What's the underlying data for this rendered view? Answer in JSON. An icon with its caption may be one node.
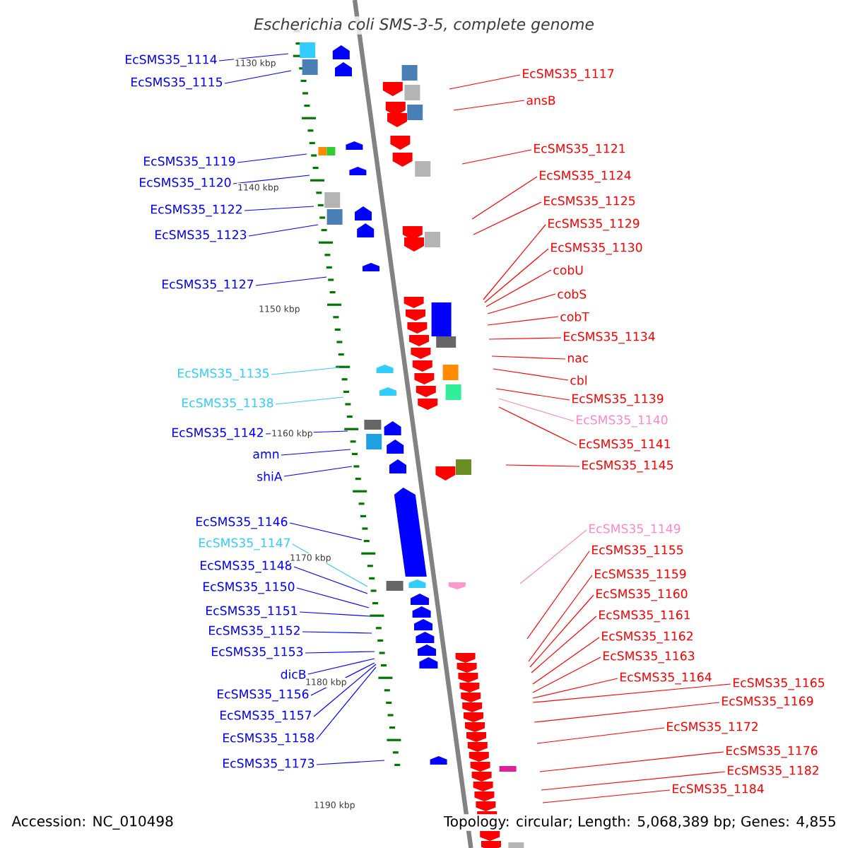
{
  "diagram": {
    "title": "Escherichia coli SMS-3-5, complete genome",
    "nodes": [
      {
        "text": [
          "EcSMS35_1114"
        ]
      },
      {
        "text": [
          "EcSMS35_1115"
        ]
      },
      {
        "text": [
          "EcSMS35_1119"
        ]
      },
      {
        "text": [
          "EcSMS35_1120"
        ]
      },
      {
        "text": [
          "EcSMS35_1122"
        ]
      },
      {
        "text": [
          "EcSMS35_1123"
        ]
      },
      {
        "text": [
          "EcSMS35_1127"
        ]
      },
      {
        "text": [
          "EcSMS35_1135"
        ]
      },
      {
        "text": [
          "EcSMS35_1138"
        ]
      },
      {
        "text": [
          "EcSMS35_1142"
        ]
      },
      {
        "text": [
          "amn"
        ]
      },
      {
        "text": [
          "shiA"
        ]
      },
      {
        "text": [
          "EcSMS35_1146"
        ]
      },
      {
        "text": [
          "EcSMS35_1147"
        ]
      },
      {
        "text": [
          "EcSMS35_1148"
        ]
      },
      {
        "text": [
          "EcSMS35_1150"
        ]
      },
      {
        "text": [
          "EcSMS35_1151"
        ]
      },
      {
        "text": [
          "EcSMS35_1152"
        ]
      },
      {
        "text": [
          "EcSMS35_1153"
        ]
      },
      {
        "text": [
          "dicB"
        ]
      },
      {
        "text": [
          "EcSMS35_1156"
        ]
      },
      {
        "text": [
          "EcSMS35_1157"
        ]
      },
      {
        "text": [
          "EcSMS35_1158"
        ]
      },
      {
        "text": [
          "EcSMS35_1173"
        ]
      },
      {
        "text": [
          "EcSMS35_1117"
        ]
      },
      {
        "text": [
          "ansB"
        ]
      },
      {
        "text": [
          "EcSMS35_1121"
        ]
      },
      {
        "text": [
          "EcSMS35_1124"
        ]
      },
      {
        "text": [
          "EcSMS35_1125"
        ]
      },
      {
        "text": [
          "EcSMS35_1129"
        ]
      },
      {
        "text": [
          "EcSMS35_1130"
        ]
      },
      {
        "text": [
          "cobU"
        ]
      },
      {
        "text": [
          "cobS"
        ]
      },
      {
        "text": [
          "cobT"
        ]
      },
      {
        "text": [
          "EcSMS35_1134"
        ]
      },
      {
        "text": [
          "nac"
        ]
      },
      {
        "text": [
          "cbl"
        ]
      },
      {
        "text": [
          "EcSMS35_1139"
        ]
      },
      {
        "text": [
          "EcSMS35_1140"
        ]
      },
      {
        "text": [
          "EcSMS35_1141"
        ]
      },
      {
        "text": [
          "EcSMS35_1145"
        ]
      },
      {
        "text": [
          "EcSMS35_1149"
        ]
      },
      {
        "text": [
          "EcSMS35_1155"
        ]
      },
      {
        "text": [
          "EcSMS35_1159"
        ]
      },
      {
        "text": [
          "EcSMS35_1160"
        ]
      },
      {
        "text": [
          "EcSMS35_1161"
        ]
      },
      {
        "text": [
          "EcSMS35_1162"
        ]
      },
      {
        "text": [
          "EcSMS35_1163"
        ]
      },
      {
        "text": [
          "EcSMS35_1164"
        ]
      },
      {
        "text": [
          "EcSMS35_1165"
        ]
      },
      {
        "text": [
          "EcSMS35_1169"
        ]
      },
      {
        "text": [
          "EcSMS35_1172"
        ]
      },
      {
        "text": [
          "EcSMS35_1176"
        ]
      },
      {
        "text": [
          "EcSMS35_1182"
        ]
      },
      {
        "text": [
          "EcSMS35_1184"
        ]
      }
    ],
    "edges": [
      {
        "from": 0,
        "to": null,
        "arrow": "none",
        "color": "#0000ff"
      },
      {
        "from": 1,
        "to": null,
        "arrow": "none",
        "color": "#0000ff"
      },
      {
        "from": 2,
        "to": null,
        "arrow": "none",
        "color": "#0000ff"
      },
      {
        "from": 3,
        "to": null,
        "arrow": "none",
        "color": "#0000ff"
      },
      {
        "from": 4,
        "to": null,
        "arrow": "none",
        "color": "#0000ff"
      },
      {
        "from": 5,
        "to": null,
        "arrow": "none",
        "color": "#0000ff"
      },
      {
        "from": 6,
        "to": null,
        "arrow": "none",
        "color": "#0000ff"
      },
      {
        "from": 7,
        "to": null,
        "arrow": "none",
        "color": "#33ccff"
      },
      {
        "from": 8,
        "to": null,
        "arrow": "none",
        "color": "#33ccff"
      },
      {
        "from": 9,
        "to": null,
        "arrow": "none",
        "color": "#0000ff"
      },
      {
        "from": 10,
        "to": null,
        "arrow": "none",
        "color": "#0000ff"
      },
      {
        "from": 11,
        "to": null,
        "arrow": "none",
        "color": "#0000ff"
      },
      {
        "from": 12,
        "to": null,
        "arrow": "none",
        "color": "#0000ff"
      },
      {
        "from": 13,
        "to": null,
        "arrow": "none",
        "color": "#33ccff"
      },
      {
        "from": 14,
        "to": null,
        "arrow": "none",
        "color": "#0000ff"
      },
      {
        "from": 15,
        "to": null,
        "arrow": "none",
        "color": "#0000ff"
      },
      {
        "from": 16,
        "to": null,
        "arrow": "none",
        "color": "#0000ff"
      },
      {
        "from": 17,
        "to": null,
        "arrow": "none",
        "color": "#0000ff"
      },
      {
        "from": 18,
        "to": null,
        "arrow": "none",
        "color": "#0000ff"
      },
      {
        "from": 19,
        "to": null,
        "arrow": "none",
        "color": "#0000ff"
      },
      {
        "from": 20,
        "to": null,
        "arrow": "none",
        "color": "#0000ff"
      },
      {
        "from": 21,
        "to": null,
        "arrow": "none",
        "color": "#0000ff"
      },
      {
        "from": 22,
        "to": null,
        "arrow": "none",
        "color": "#0000ff"
      },
      {
        "from": 23,
        "to": null,
        "arrow": "none",
        "color": "#0000ff"
      },
      {
        "from": 24,
        "to": null,
        "arrow": "none",
        "color": "#ff0000"
      },
      {
        "from": 25,
        "to": null,
        "arrow": "none",
        "color": "#ff0000"
      },
      {
        "from": 26,
        "to": null,
        "arrow": "none",
        "color": "#ff0000"
      },
      {
        "from": 27,
        "to": null,
        "arrow": "none",
        "color": "#ff0000"
      },
      {
        "from": 28,
        "to": null,
        "arrow": "none",
        "color": "#ff0000"
      },
      {
        "from": 29,
        "to": null,
        "arrow": "none",
        "color": "#ff0000"
      },
      {
        "from": 30,
        "to": null,
        "arrow": "none",
        "color": "#ff0000"
      },
      {
        "from": 31,
        "to": null,
        "arrow": "none",
        "color": "#ff0000"
      },
      {
        "from": 32,
        "to": null,
        "arrow": "none",
        "color": "#ff0000"
      },
      {
        "from": 33,
        "to": null,
        "arrow": "none",
        "color": "#ff0000"
      },
      {
        "from": 34,
        "to": null,
        "arrow": "none",
        "color": "#ff0000"
      },
      {
        "from": 35,
        "to": null,
        "arrow": "none",
        "color": "#ff0000"
      },
      {
        "from": 36,
        "to": null,
        "arrow": "none",
        "color": "#ff0000"
      },
      {
        "from": 37,
        "to": null,
        "arrow": "none",
        "color": "#ff0000"
      },
      {
        "from": 38,
        "to": null,
        "arrow": "none",
        "color": "#ff88cc"
      },
      {
        "from": 39,
        "to": null,
        "arrow": "none",
        "color": "#ff0000"
      },
      {
        "from": 40,
        "to": null,
        "arrow": "none",
        "color": "#ff0000"
      },
      {
        "from": 41,
        "to": null,
        "arrow": "none",
        "color": "#ff88cc"
      },
      {
        "from": 42,
        "to": null,
        "arrow": "none",
        "color": "#ff0000"
      },
      {
        "from": 43,
        "to": null,
        "arrow": "none",
        "color": "#ff0000"
      },
      {
        "from": 44,
        "to": null,
        "arrow": "none",
        "color": "#ff0000"
      },
      {
        "from": 45,
        "to": null,
        "arrow": "none",
        "color": "#ff0000"
      },
      {
        "from": 46,
        "to": null,
        "arrow": "none",
        "color": "#ff0000"
      },
      {
        "from": 47,
        "to": null,
        "arrow": "none",
        "color": "#ff0000"
      },
      {
        "from": 48,
        "to": null,
        "arrow": "none",
        "color": "#ff0000"
      },
      {
        "from": 49,
        "to": null,
        "arrow": "none",
        "color": "#ff0000"
      },
      {
        "from": 50,
        "to": null,
        "arrow": "none",
        "color": "#ff0000"
      },
      {
        "from": 51,
        "to": null,
        "arrow": "none",
        "color": "#ff0000"
      },
      {
        "from": 52,
        "to": null,
        "arrow": "none",
        "color": "#ff0000"
      },
      {
        "from": 53,
        "to": null,
        "arrow": "none",
        "color": "#ff0000"
      },
      {
        "from": 54,
        "to": null,
        "arrow": "none",
        "color": "#ff0000"
      }
    ],
    "labels": [
      "1130 kbp",
      "1140 kbp",
      "1150 kbp",
      "1160 kbp",
      "1170 kbp",
      "1180 kbp",
      "1190 kbp",
      "Accession: NC_010498",
      "Topology: circular; Length: 5,068,389 bp; Genes: 4,855"
    ]
  }
}
